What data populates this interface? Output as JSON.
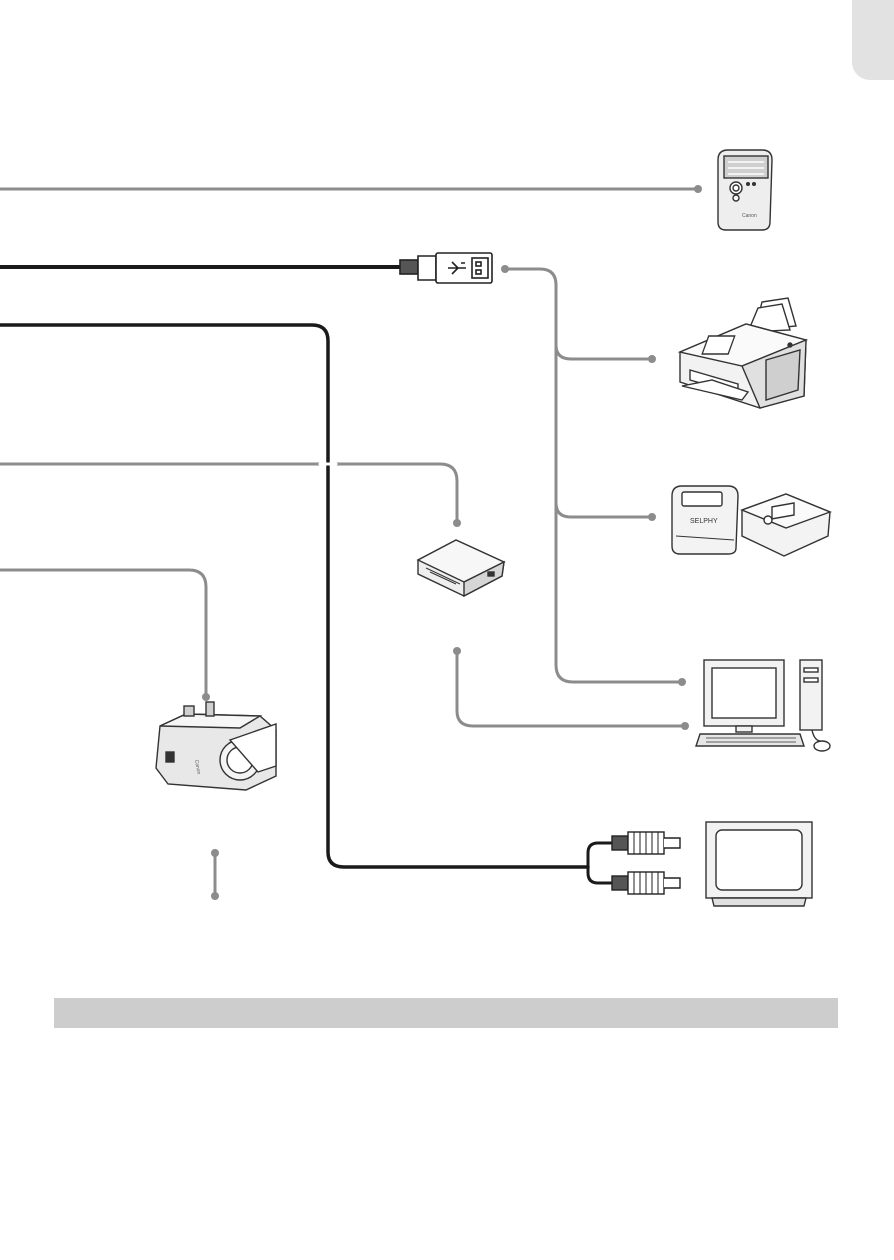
{
  "diagram": {
    "colors": {
      "thin_line": "#8c8c8c",
      "thick_line": "#1a1a1a",
      "device_fill": "#eeeeee",
      "device_stroke": "#333333",
      "tab": "#e2e2e2",
      "section_bar": "#cdcdcd"
    },
    "devices": [
      {
        "id": "flash",
        "icon": "external-flash-icon",
        "brand_text": "Canon"
      },
      {
        "id": "usb",
        "icon": "usb-plug-icon"
      },
      {
        "id": "inkjet",
        "icon": "inkjet-printer-icon"
      },
      {
        "id": "compact-printers",
        "icon": "compact-photo-printer-icon",
        "brand_text": "SELPHY"
      },
      {
        "id": "card-reader",
        "icon": "card-reader-icon"
      },
      {
        "id": "computer",
        "icon": "computer-icon"
      },
      {
        "id": "waterproof-case",
        "icon": "waterproof-case-icon",
        "brand_text": "Canon"
      },
      {
        "id": "av-cable",
        "icon": "av-cable-plug-icon"
      },
      {
        "id": "tv",
        "icon": "tv-icon"
      }
    ]
  },
  "section": {
    "title": ""
  }
}
